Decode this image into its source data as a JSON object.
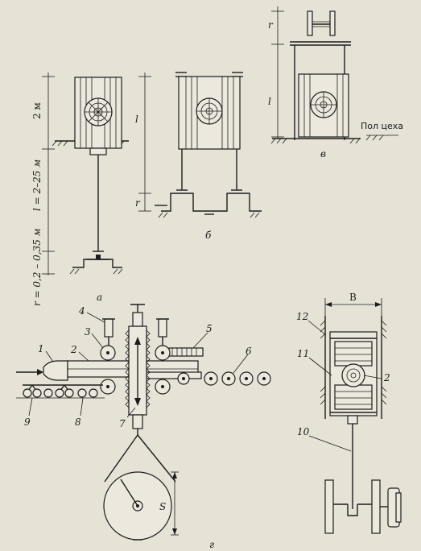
{
  "figure_a": {
    "dim_top": "2 м",
    "dim_l": "l = 2–25 м",
    "dim_r": "r = 0,2 – 0,35 м",
    "caption": "а"
  },
  "figure_b": {
    "dim_l": "l",
    "dim_r": "r",
    "caption": "б"
  },
  "figure_v": {
    "dim_r": "r",
    "dim_l": "l",
    "floor_label": "Пол цеха",
    "caption": "в"
  },
  "figure_g": {
    "caption": "г",
    "dim_s": "S",
    "labels": [
      "1",
      "2",
      "3",
      "4",
      "5",
      "6",
      "7",
      "8",
      "9"
    ]
  },
  "figure_side": {
    "dim_b": "B",
    "labels": [
      "12",
      "11",
      "2",
      "10"
    ]
  }
}
